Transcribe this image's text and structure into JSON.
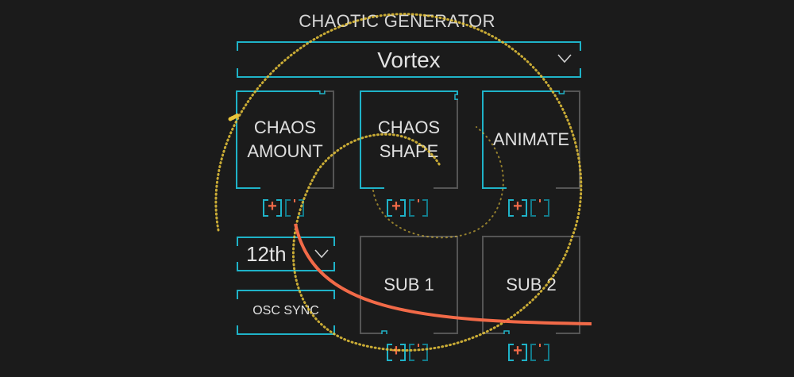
{
  "title": "CHAOTIC GENERATOR",
  "preset": {
    "value": "Vortex"
  },
  "knobs": [
    {
      "label": "CHAOS\nAMOUNT",
      "value": 0.61
    },
    {
      "label": "CHAOS\nSHAPE",
      "value": 0.66
    },
    {
      "label": "ANIMATE",
      "value": 0.59
    },
    {
      "label": "SUB 1",
      "value": 0.0
    },
    {
      "label": "SUB 2",
      "value": 0.0
    }
  ],
  "mod_plus": "+",
  "division": {
    "value": "12th"
  },
  "osc_sync": {
    "label": "OSC SYNC"
  },
  "colors": {
    "accent": "#1fb3c8",
    "mod": "#f26a48",
    "scope": "#e8c43a",
    "inactive": "#555555"
  }
}
